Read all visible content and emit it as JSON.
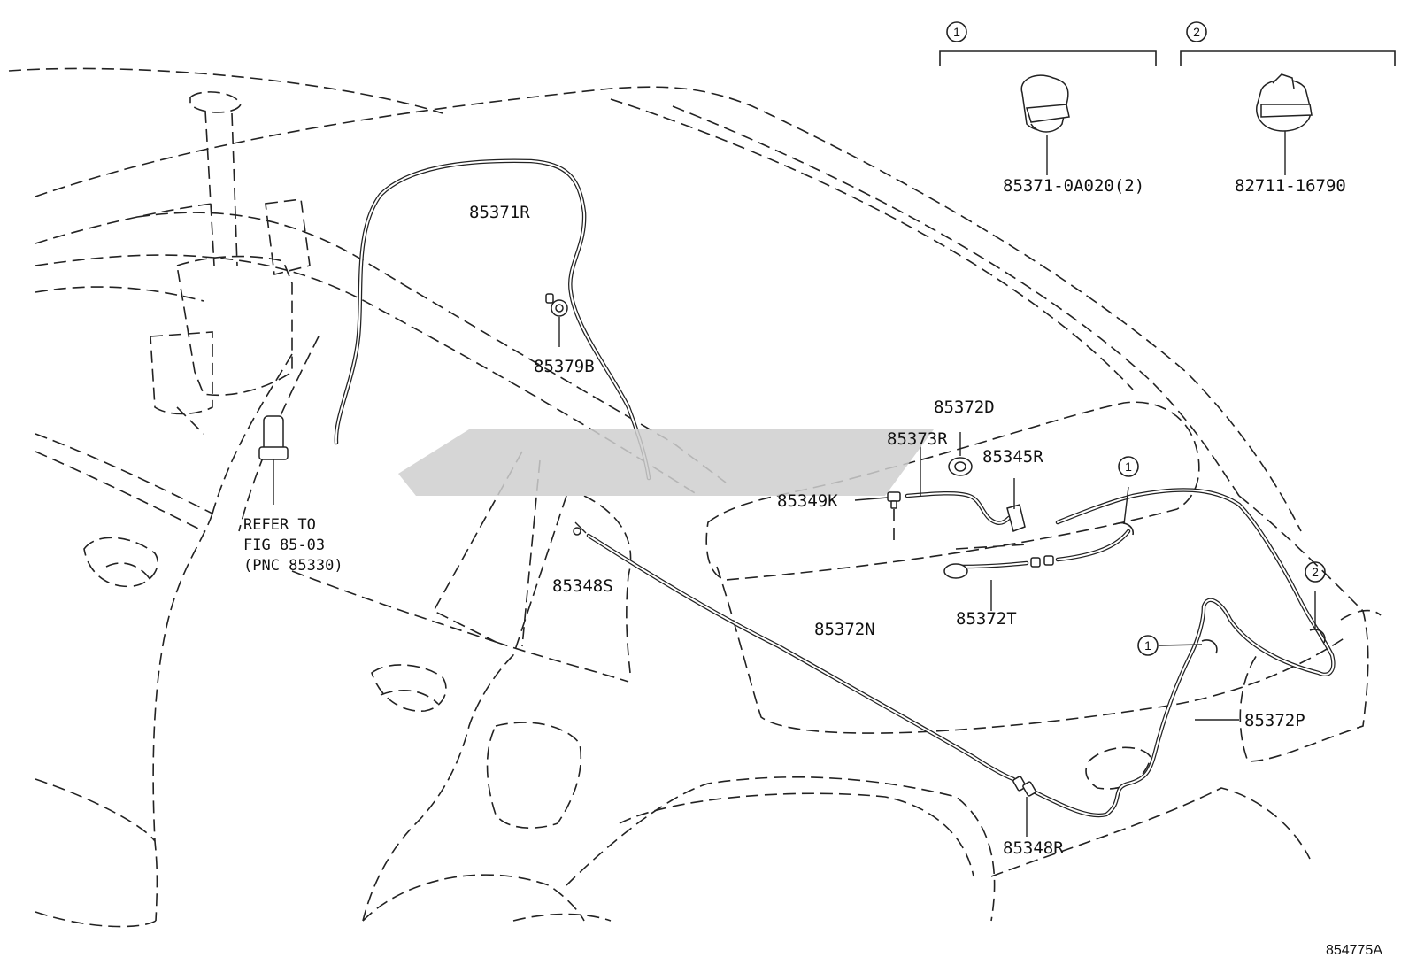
{
  "callouts": {
    "one_symbol": "1",
    "two_symbol": "2"
  },
  "detail_parts": {
    "clip_1": "85371-0A020(2)",
    "clip_2": "82711-16790"
  },
  "labels": {
    "hose_front_upper": "85371R",
    "grommet": "85379B",
    "nozzle": "85372D",
    "hose_nozzle": "85373R",
    "washer_nozzle_r": "85345R",
    "joint_k": "85349K",
    "joint_s": "85348S",
    "hose_t": "85372T",
    "hose_n": "85372N",
    "hose_p": "85372P",
    "joint_r": "85348R"
  },
  "refer": {
    "line1": "REFER TO",
    "line2": "FIG 85-03",
    "line3": "(PNC 85330)"
  },
  "illustration_code": "854775A",
  "colors": {
    "ink": "#222222",
    "watermark": "#cfcfcf"
  }
}
